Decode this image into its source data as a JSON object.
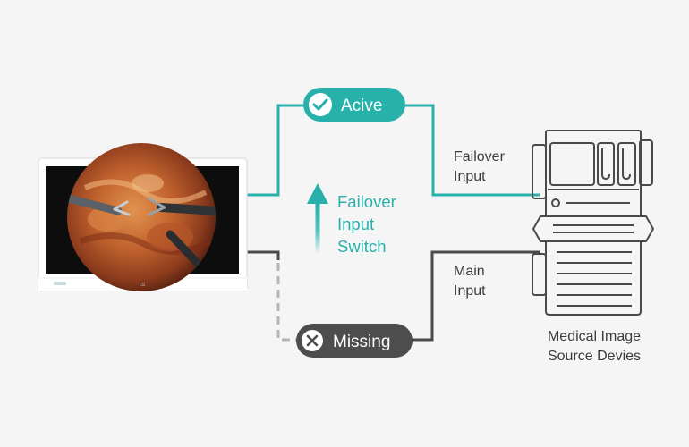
{
  "active": {
    "label": "Acive"
  },
  "missing": {
    "label": "Missing"
  },
  "failover_switch": {
    "lines": [
      "Failover",
      "Input",
      "Switch"
    ]
  },
  "failover_input": {
    "lines": [
      "Failover",
      "Input"
    ]
  },
  "main_input": {
    "lines": [
      "Main",
      "Input"
    ]
  },
  "device": {
    "lines": [
      "Medical Image",
      "Source Devies"
    ]
  },
  "monitor": {
    "brand": "LG"
  },
  "colors": {
    "teal": "#27b1aa",
    "dark": "#4a4a4a",
    "dashed": "#b5b5b5",
    "background": "#f5f5f5"
  }
}
